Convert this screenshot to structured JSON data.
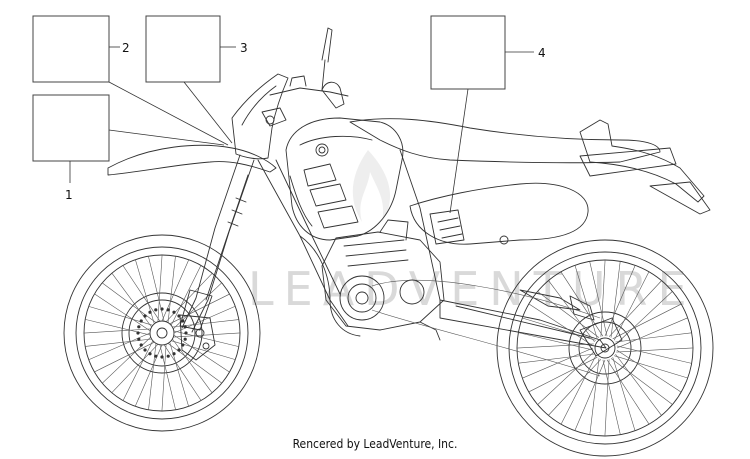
{
  "callouts": [
    {
      "id": "1",
      "text": "1"
    },
    {
      "id": "2",
      "text": "2"
    },
    {
      "id": "3",
      "text": "3"
    },
    {
      "id": "4",
      "text": "4"
    }
  ],
  "watermark": "LEADVENTURE",
  "credit": "Rencered by LeadVenture, Inc."
}
